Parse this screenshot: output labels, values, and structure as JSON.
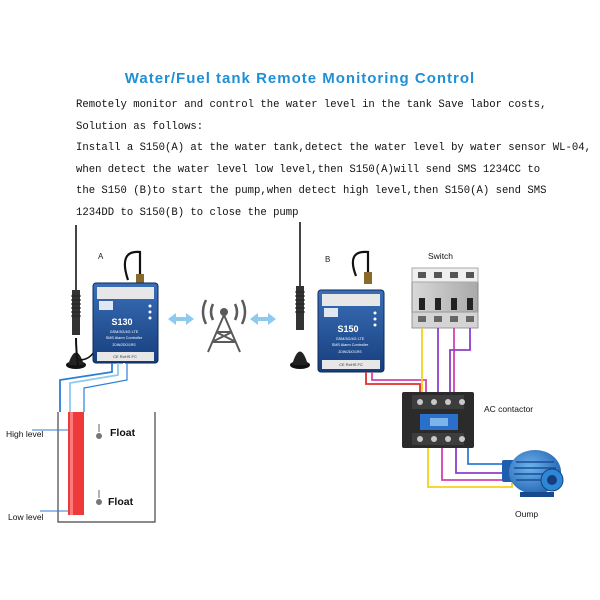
{
  "title": "Water/Fuel tank Remote Monitoring Control",
  "description": [
    "Remotely monitor and control the water level in the tank Save labor costs,",
    "Solution as follows:",
    "Install a S150(A) at the water tank,detect the water level by water sensor WL-04,",
    "when detect the water level low level,then S150(A)will send SMS 1234CC to",
    "the S150 (B)to start the pump,when detect high level,then S150(A) send SMS",
    "1234DD to S150(B) to close the pump"
  ],
  "device_a": {
    "tag": "A",
    "model": "S130",
    "line1": "GSM/3G/4G LTE",
    "line2": "SMS Alarm Controller",
    "line3": "2DIN/2DO/1RS",
    "footer": "CE RoHS FC"
  },
  "device_b": {
    "tag": "B",
    "model": "S150",
    "line1": "GSM/3G/4G LTE",
    "line2": "SMS Alarm Controller",
    "line3": "2DIN/2DO/1RS",
    "footer": "CE RoHS FC"
  },
  "switch_label": "Switch",
  "contactor_label": "AC contactor",
  "pump_label": "Oump",
  "high_level_label": "High level",
  "low_level_label": "Low level",
  "float_top_label": "Float",
  "float_bottom_label": "Float",
  "colors": {
    "title": "#1f8fd6",
    "device_body": "#1f4f95",
    "wire_red": "#e0302a",
    "wire_yellow": "#f2d21b",
    "wire_purple": "#8e3fc9",
    "wire_magenta": "#d640b0",
    "tank_red": "#ee3a3a",
    "arrow_blue": "#8ec9ef",
    "contactor_blue": "#2a6fc9",
    "pump_blue": "#2e86d6"
  },
  "icons": [
    "antenna-icon",
    "signal-tower-icon",
    "float-icon",
    "pump-icon",
    "breaker-icon",
    "contactor-icon"
  ]
}
